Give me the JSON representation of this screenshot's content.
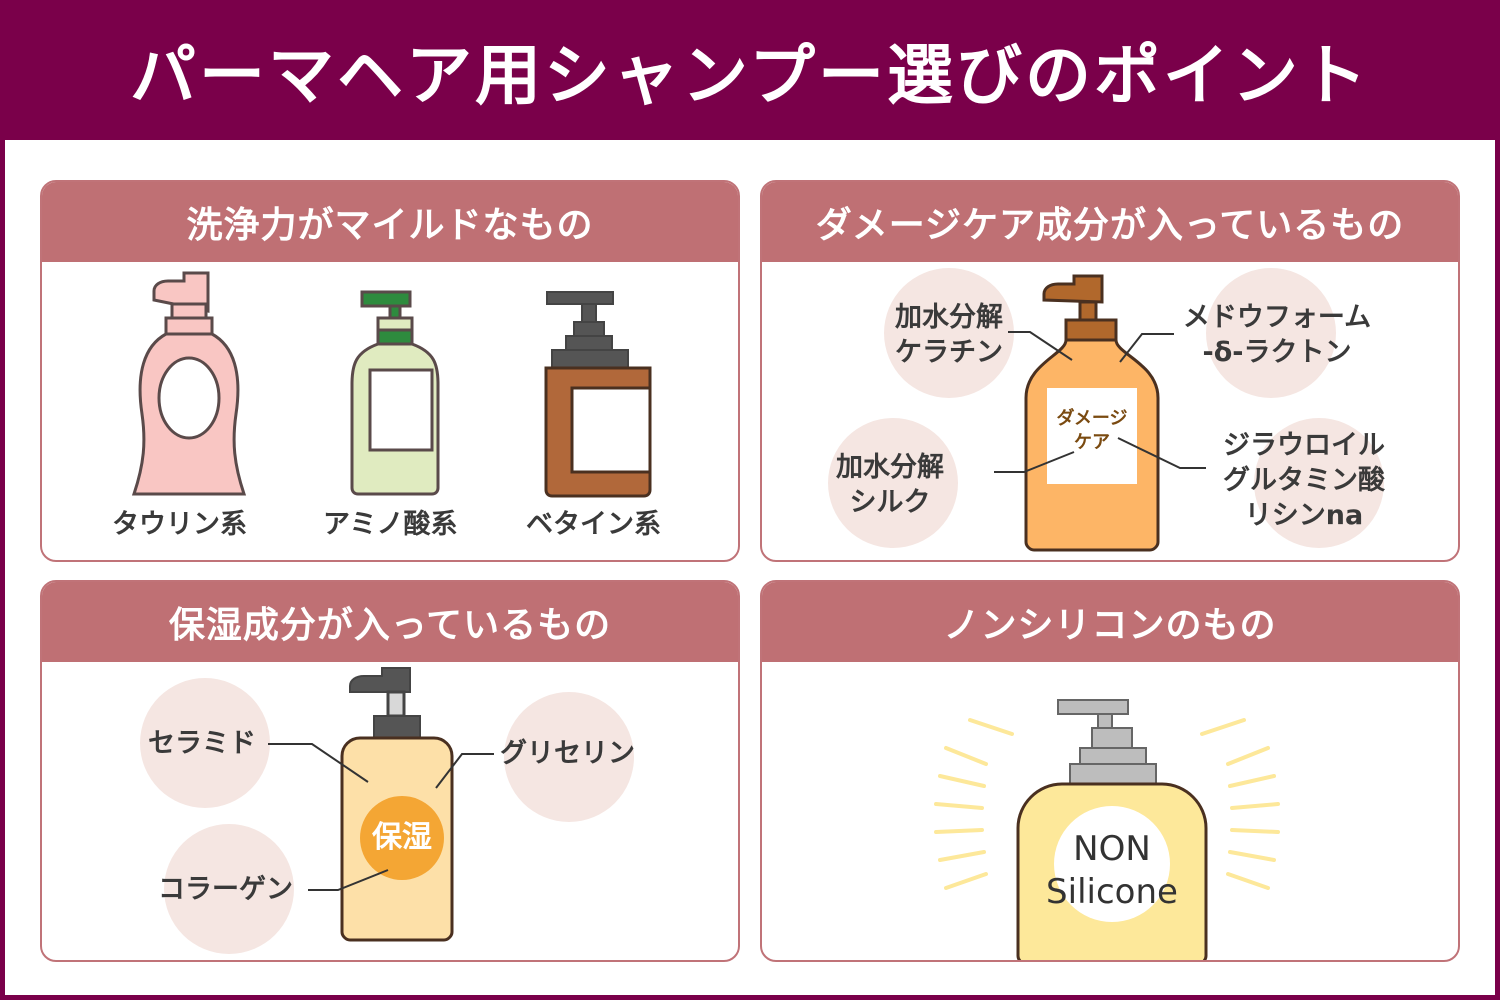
{
  "title": "パーマヘア用シャンプー選びのポイント",
  "panels": {
    "mild": {
      "header": "洗浄力がマイルドなもの",
      "items": [
        "タウリン系",
        "アミノ酸系",
        "ベタイン系"
      ]
    },
    "damage": {
      "header": "ダメージケア成分が入っているもの",
      "label_line1": "ダメージ",
      "label_line2": "ケア",
      "ingredients": {
        "keratin_1": "加水分解",
        "keratin_2": "ケラチン",
        "meadow_1": "メドウフォーム",
        "meadow_2": "-δ-ラクトン",
        "silk_1": "加水分解",
        "silk_2": "シルク",
        "lauroyl_1": "ジラウロイル",
        "lauroyl_2": "グルタミン酸",
        "lauroyl_3": "リシンna"
      }
    },
    "moisture": {
      "header": "保湿成分が入っているもの",
      "badge": "保湿",
      "ingredients": {
        "ceramide": "セラミド",
        "glycerin": "グリセリン",
        "collagen": "コラーゲン"
      }
    },
    "nonsilicone": {
      "header": "ノンシリコンのもの",
      "label_line1": "NON",
      "label_line2": "Silicone"
    }
  },
  "colors": {
    "background": "#7a004a",
    "panel_header": "#bf7074",
    "bubble": "#f5e6e2",
    "pink_bottle": "#f9c6c3",
    "green_bottle": "#e0ebc0",
    "green_cap": "#2e8b3e",
    "brown_bottle": "#b1683a",
    "orange_bottle": "#fdb566",
    "cream_bottle": "#fde0a8",
    "yellow_bottle": "#fde89a",
    "badge_orange": "#f4a634"
  }
}
